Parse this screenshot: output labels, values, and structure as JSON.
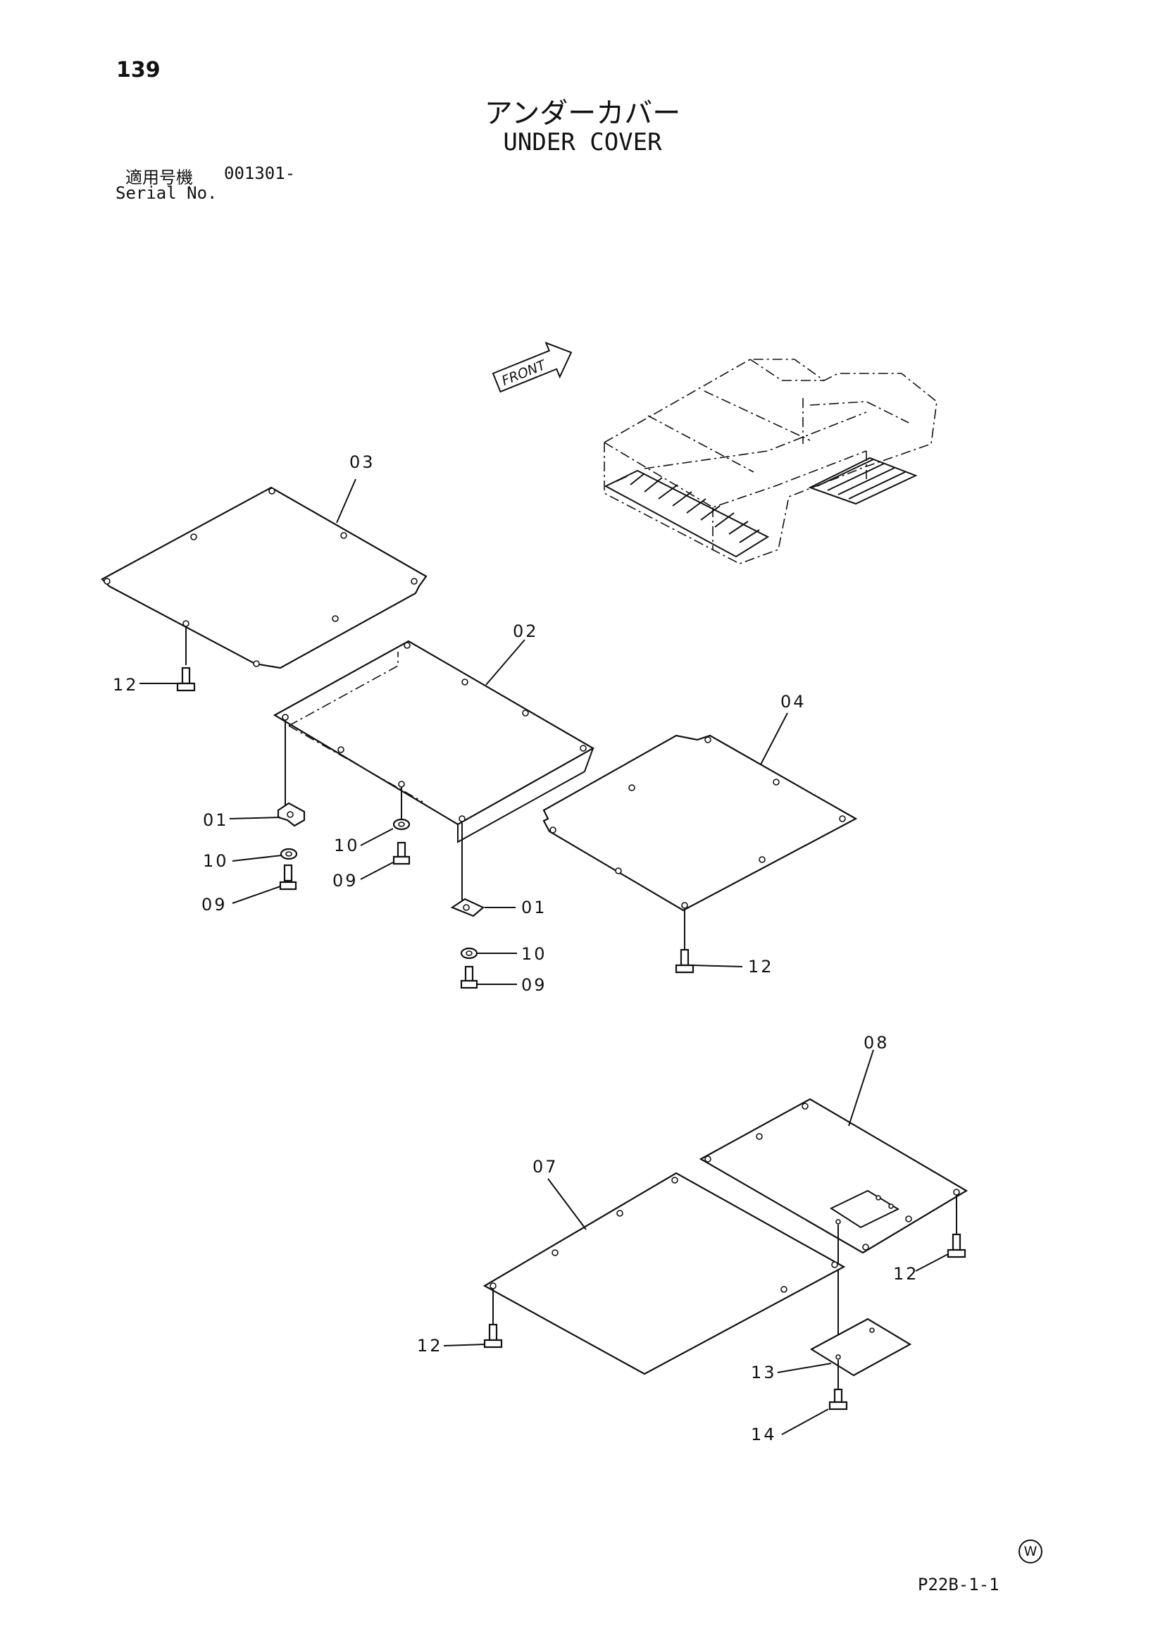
{
  "header": {
    "page_number": "139",
    "title_jp": "アンダーカバー",
    "title_en": "UNDER COVER",
    "serial_label_jp": "適用号機",
    "serial_value": "001301-",
    "serial_label_en": "Serial No."
  },
  "diagram": {
    "front_label": "FRONT",
    "callouts": {
      "c01a": "01",
      "c01b": "01",
      "c02": "02",
      "c03": "03",
      "c04": "04",
      "c07": "07",
      "c08": "08",
      "c09a": "09",
      "c09b": "09",
      "c09c": "09",
      "c10a": "10",
      "c10b": "10",
      "c10c": "10",
      "c12a": "12",
      "c12b": "12",
      "c12c": "12",
      "c12d": "12",
      "c13": "13",
      "c14": "14"
    }
  },
  "footer": {
    "w_mark": "W",
    "diagram_code": "P22B-1-1"
  }
}
